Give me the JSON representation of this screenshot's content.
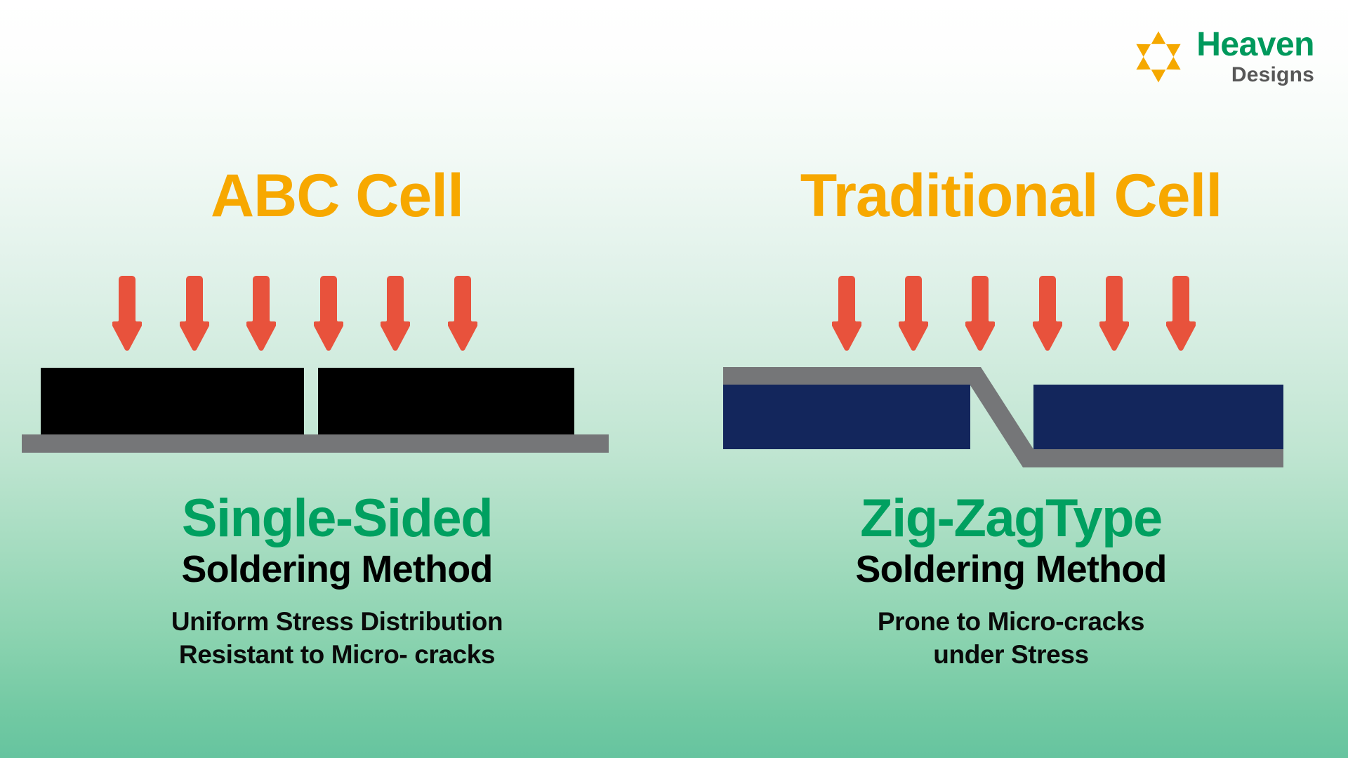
{
  "brand": {
    "mark_icon": "sun-star-icon",
    "mark_color": "#F5A800",
    "name_primary": "Heaven",
    "name_secondary": "Designs",
    "primary_color": "#00995C",
    "secondary_color": "#575757"
  },
  "theme": {
    "title_color": "#F7A800",
    "heading_color": "#00A060",
    "arrow_color": "#E8523C",
    "body_color": "#000000",
    "cell_black": "#000000",
    "cell_navy": "#13265C",
    "ribbon_gray": "#757678",
    "background_top": "#FFFFFF",
    "background_bottom": "#66C49F"
  },
  "panels": [
    {
      "id": "abc-cell",
      "title": "ABC Cell",
      "arrow_count": 6,
      "arrow_icon": "down-arrow-icon",
      "diagram_type": "single-sided-soldering",
      "caption_head": "Single-Sided",
      "caption_sub": "Soldering Method",
      "detail_lines": [
        "Uniform Stress Distribution",
        "Resistant to Micro- cracks"
      ]
    },
    {
      "id": "traditional-cell",
      "title": "Traditional Cell",
      "arrow_count": 6,
      "arrow_icon": "down-arrow-icon",
      "diagram_type": "zig-zag-soldering",
      "caption_head": "Zig-ZagType",
      "caption_sub": "Soldering Method",
      "detail_lines": [
        "Prone to Micro-cracks",
        "under Stress"
      ]
    }
  ]
}
